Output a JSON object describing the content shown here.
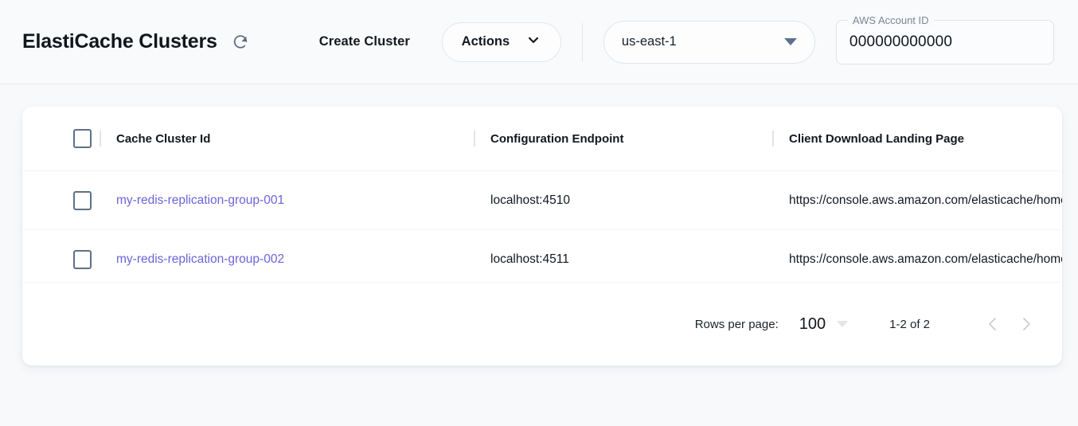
{
  "header": {
    "title": "ElastiCache Clusters",
    "refresh_icon": "refresh-icon",
    "create_label": "Create Cluster",
    "actions_label": "Actions",
    "actions_icon": "chevron-down-icon",
    "region": {
      "value": "us-east-1",
      "icon": "triangle-down-icon"
    },
    "account": {
      "legend": "AWS Account ID",
      "value": "000000000000"
    }
  },
  "table": {
    "columns": [
      {
        "key": "select",
        "label": ""
      },
      {
        "key": "cluster_id",
        "label": "Cache Cluster Id"
      },
      {
        "key": "config_endpoint",
        "label": "Configuration Endpoint"
      },
      {
        "key": "landing_page",
        "label": "Client Download Landing Page"
      }
    ],
    "rows": [
      {
        "cluster_id": "my-redis-replication-group-001",
        "config_endpoint": "localhost:4510",
        "landing_page": "https://console.aws.amazon.com/elasticache/home"
      },
      {
        "cluster_id": "my-redis-replication-group-002",
        "config_endpoint": "localhost:4511",
        "landing_page": "https://console.aws.amazon.com/elasticache/home"
      }
    ]
  },
  "pagination": {
    "rows_per_page_label": "Rows per page:",
    "rows_per_page_value": "100",
    "range_label": "1-2 of 2",
    "prev_icon": "chevron-left-icon",
    "next_icon": "chevron-right-icon"
  },
  "colors": {
    "page_background": "#f7f9fb",
    "card_background": "#ffffff",
    "link": "#6c63d8",
    "text": "#121820",
    "muted": "#7a8798"
  }
}
